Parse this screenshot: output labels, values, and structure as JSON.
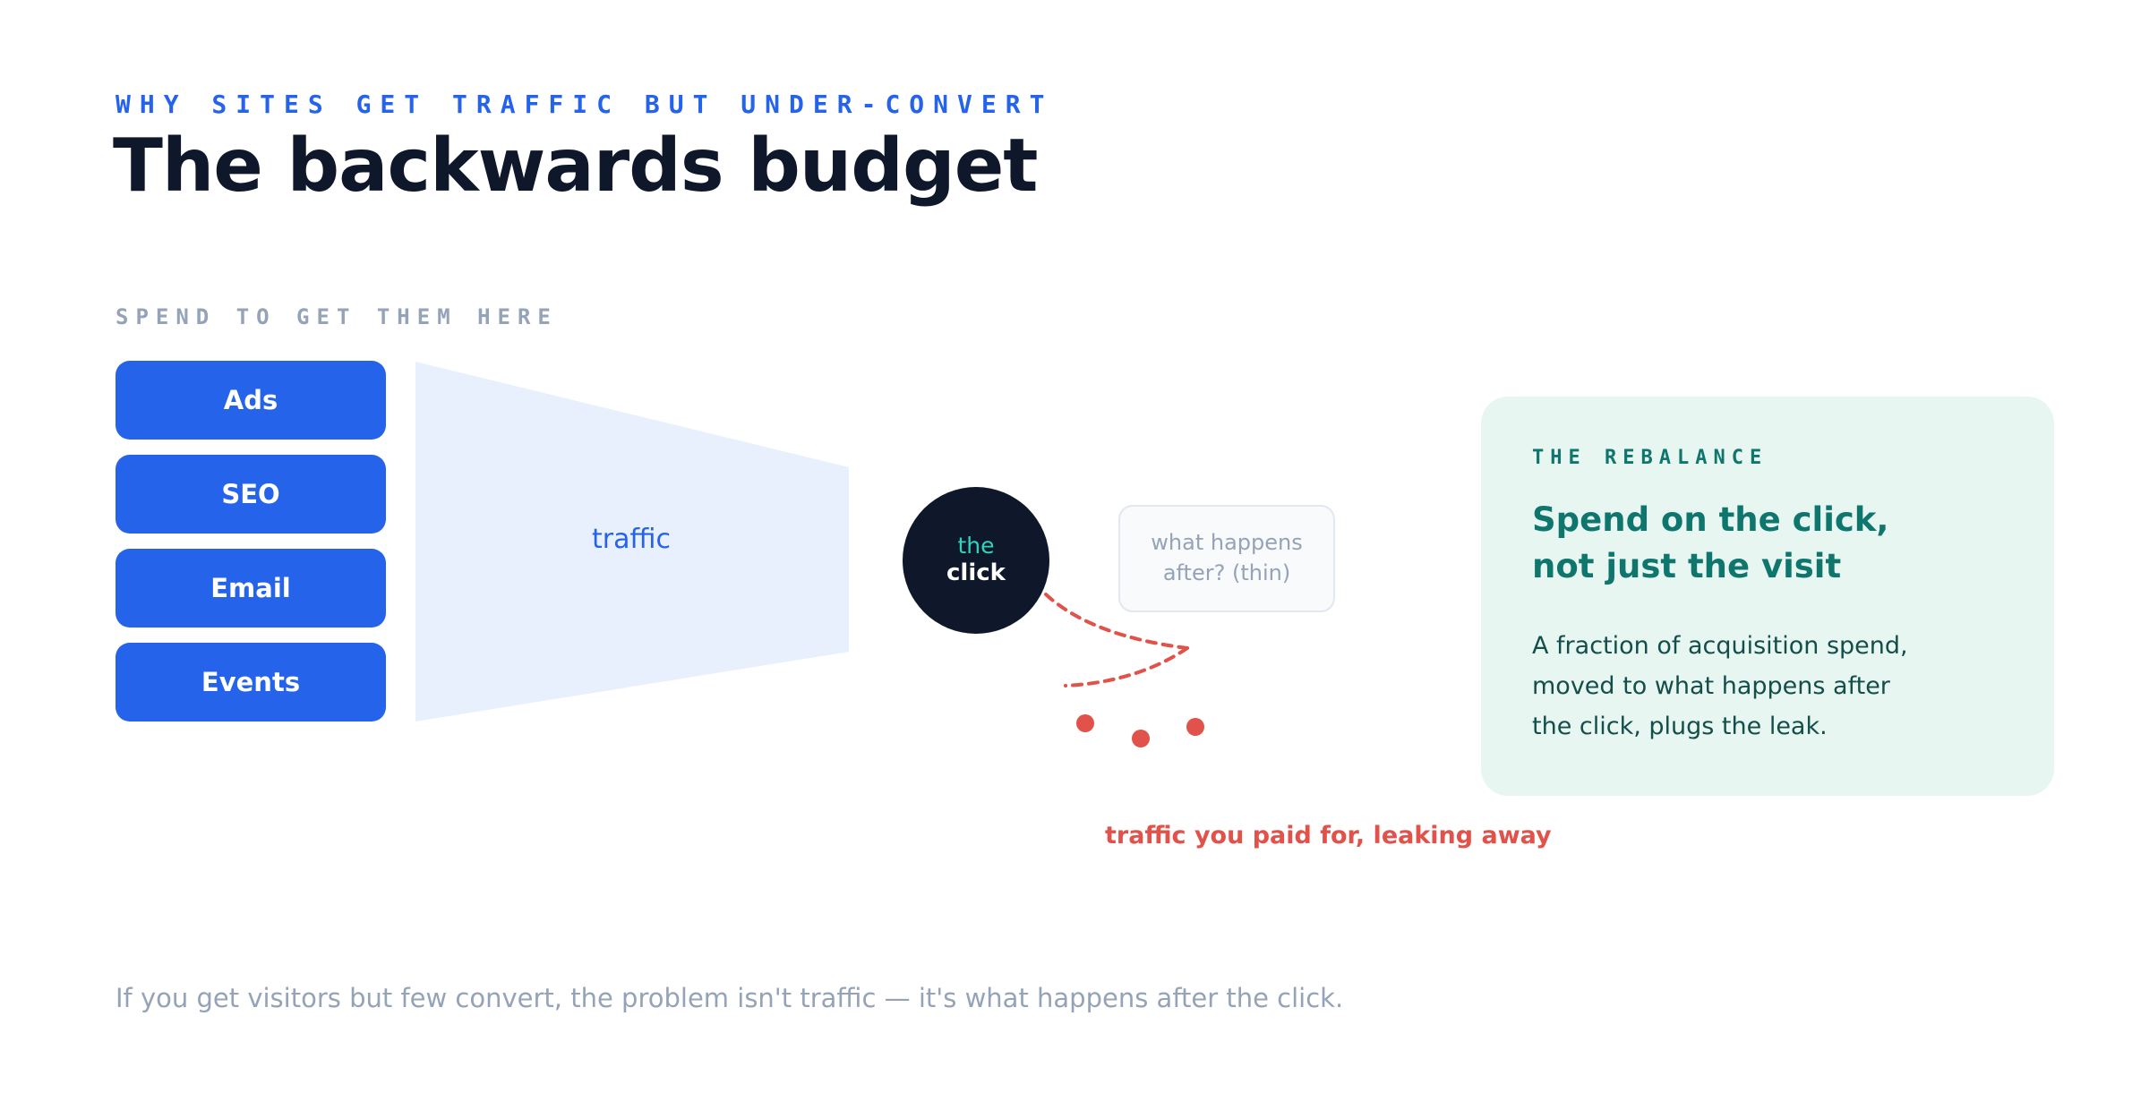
{
  "header": {
    "eyebrow": "WHY SITES GET TRAFFIC BUT UNDER-CONVERT",
    "title": "The backwards budget"
  },
  "spend": {
    "label": "SPEND TO GET THEM HERE",
    "channels": [
      "Ads",
      "SEO",
      "Email",
      "Events"
    ]
  },
  "funnel": {
    "label": "traffic"
  },
  "click": {
    "the": "the",
    "word": "click"
  },
  "after": {
    "line1": "what happens",
    "line2": "after? (thin)"
  },
  "leak": {
    "label": "traffic you paid for, leaking away"
  },
  "rebalance": {
    "eyebrow": "THE REBALANCE",
    "head_line1": "Spend on the click,",
    "head_line2": "not just the visit",
    "body_line1": "A fraction of acquisition spend,",
    "body_line2": "moved to what happens after",
    "body_line3": "the click, plugs the leak."
  },
  "footnote": "If you get visitors but few convert, the problem isn't traffic — it's what happens after the click.",
  "colors": {
    "primary_blue": "#2563eb",
    "dark": "#0f172a",
    "funnel_fill": "#e8effd",
    "leak_red": "#e0524a",
    "teal": "#0f766e",
    "card_bg": "#e8f6f1",
    "muted": "#94a3b8"
  }
}
